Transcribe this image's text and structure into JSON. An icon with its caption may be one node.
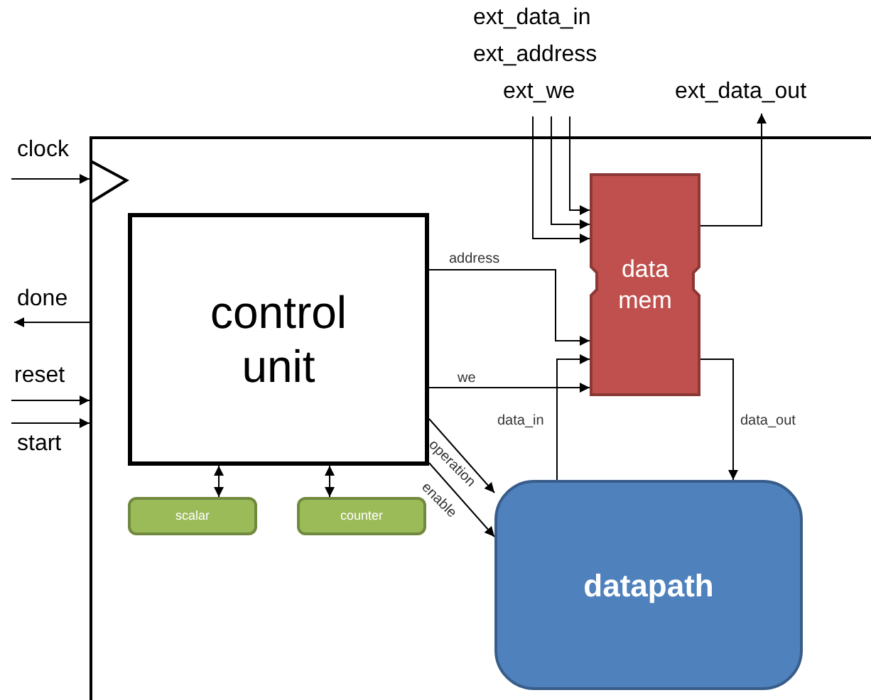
{
  "diagram": {
    "nodes": [
      {
        "text": [],
        "shape": "box"
      },
      {
        "text": [
          "control unit"
        ],
        "in": 0
      },
      {
        "text": [
          "scalar"
        ],
        "in": 0
      },
      {
        "text": [
          "counter"
        ],
        "in": 0
      },
      {
        "text": [
          "data mem"
        ],
        "in": 0
      },
      {
        "text": [
          "datapath"
        ],
        "in": 0
      }
    ],
    "edges": [
      {
        "from": null,
        "to": 0,
        "arrow": "to",
        "label": "clock"
      },
      {
        "from": 0,
        "to": null,
        "arrow": "to",
        "label": "done"
      },
      {
        "from": null,
        "to": 0,
        "arrow": "to",
        "label": "reset"
      },
      {
        "from": null,
        "to": 0,
        "arrow": "to",
        "label": "start"
      },
      {
        "from": null,
        "to": 4,
        "arrow": "to",
        "label": "ext_data_in"
      },
      {
        "from": null,
        "to": 4,
        "arrow": "to",
        "label": "ext_address"
      },
      {
        "from": null,
        "to": 4,
        "arrow": "to",
        "label": "ext_we"
      },
      {
        "from": 4,
        "to": null,
        "arrow": "to",
        "label": "ext_data_out"
      },
      {
        "from": 1,
        "to": 4,
        "arrow": "to",
        "label": "address"
      },
      {
        "from": 1,
        "to": 4,
        "arrow": "to",
        "label": "we"
      },
      {
        "from": 5,
        "to": 4,
        "arrow": "to",
        "label": "data_in"
      },
      {
        "from": 4,
        "to": 5,
        "arrow": "to",
        "label": "data_out"
      },
      {
        "from": 1,
        "to": 5,
        "arrow": "to",
        "label": "operation"
      },
      {
        "from": 1,
        "to": 5,
        "arrow": "to",
        "label": "enable"
      },
      {
        "from": 1,
        "to": 2,
        "arrow": "both"
      },
      {
        "from": 1,
        "to": 3,
        "arrow": "both"
      }
    ]
  }
}
